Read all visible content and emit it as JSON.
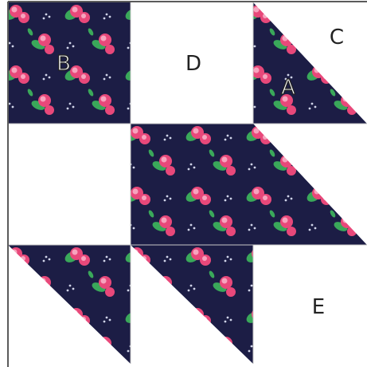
{
  "labels": {
    "a": "A",
    "b": "B",
    "c": "C",
    "d": "D",
    "e": "E"
  },
  "colors": {
    "fabric_background": "#1c1d45",
    "rose": "#e8487a",
    "rose_highlight": "#f6a4be",
    "leaf": "#3aa85a",
    "white_fabric": "#ffffff",
    "seam": "#c7c7c7",
    "border": "#5b5b5b",
    "label_dark": "#222222",
    "label_light": "#ffffff"
  }
}
